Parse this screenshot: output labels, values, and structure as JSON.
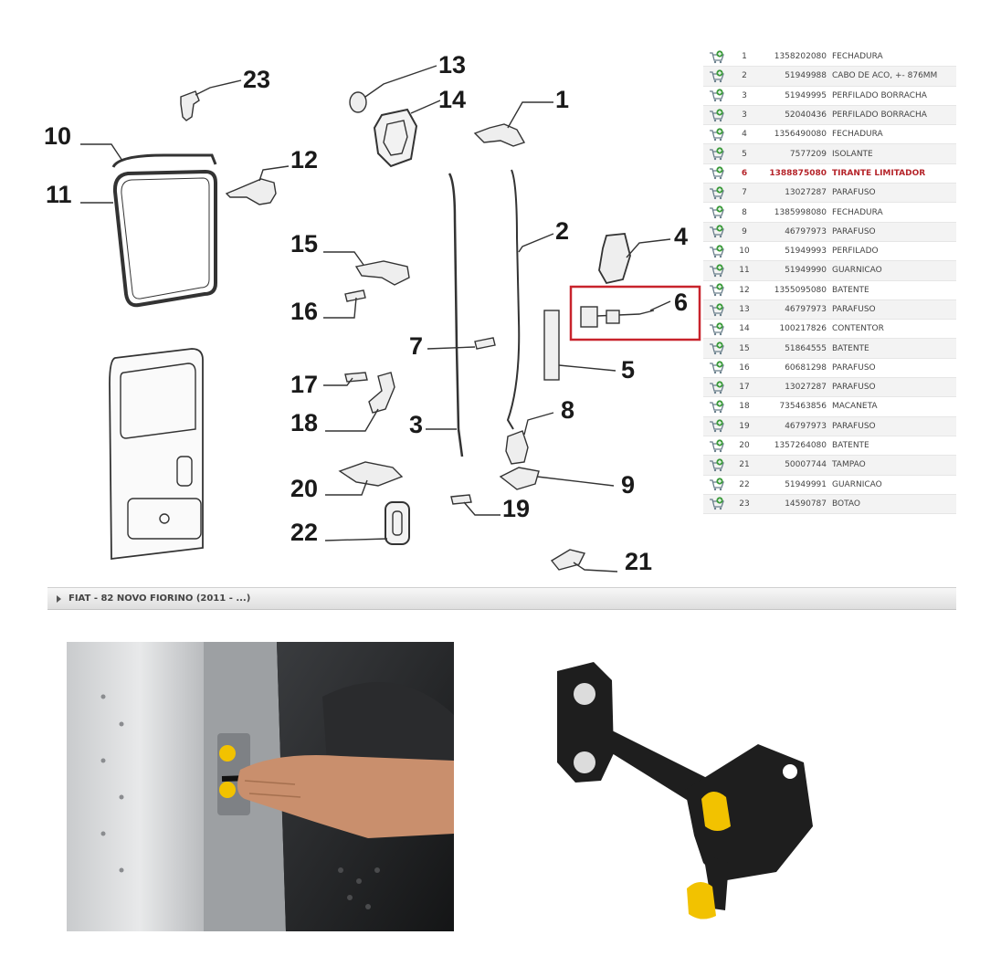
{
  "diagram": {
    "callouts": {
      "c1": "1",
      "c2": "2",
      "c3": "3",
      "c4": "4",
      "c5": "5",
      "c6": "6",
      "c7": "7",
      "c8": "8",
      "c9": "9",
      "c10": "10",
      "c11": "11",
      "c12": "12",
      "c13": "13",
      "c14": "14",
      "c15": "15",
      "c16": "16",
      "c17": "17",
      "c18": "18",
      "c19": "19",
      "c20": "20",
      "c21": "21",
      "c22": "22",
      "c23": "23"
    },
    "highlight_color": "#c8232c"
  },
  "parts": [
    {
      "pos": "1",
      "code": "1358202080",
      "desc": "FECHADURA"
    },
    {
      "pos": "2",
      "code": "51949988",
      "desc": "CABO DE ACO, +- 876MM"
    },
    {
      "pos": "3",
      "code": "51949995",
      "desc": "PERFILADO BORRACHA"
    },
    {
      "pos": "3",
      "code": "52040436",
      "desc": "PERFILADO BORRACHA"
    },
    {
      "pos": "4",
      "code": "1356490080",
      "desc": "FECHADURA"
    },
    {
      "pos": "5",
      "code": "7577209",
      "desc": "ISOLANTE"
    },
    {
      "pos": "6",
      "code": "1388875080",
      "desc": "TIRANTE LIMITADOR",
      "highlight": true
    },
    {
      "pos": "7",
      "code": "13027287",
      "desc": "PARAFUSO"
    },
    {
      "pos": "8",
      "code": "1385998080",
      "desc": "FECHADURA"
    },
    {
      "pos": "9",
      "code": "46797973",
      "desc": "PARAFUSO"
    },
    {
      "pos": "10",
      "code": "51949993",
      "desc": "PERFILADO"
    },
    {
      "pos": "11",
      "code": "51949990",
      "desc": "GUARNICAO"
    },
    {
      "pos": "12",
      "code": "1355095080",
      "desc": "BATENTE"
    },
    {
      "pos": "13",
      "code": "46797973",
      "desc": "PARAFUSO"
    },
    {
      "pos": "14",
      "code": "100217826",
      "desc": "CONTENTOR"
    },
    {
      "pos": "15",
      "code": "51864555",
      "desc": "BATENTE"
    },
    {
      "pos": "16",
      "code": "60681298",
      "desc": "PARAFUSO"
    },
    {
      "pos": "17",
      "code": "13027287",
      "desc": "PARAFUSO"
    },
    {
      "pos": "18",
      "code": "735463856",
      "desc": "MACANETA"
    },
    {
      "pos": "19",
      "code": "46797973",
      "desc": "PARAFUSO"
    },
    {
      "pos": "20",
      "code": "1357264080",
      "desc": "BATENTE"
    },
    {
      "pos": "21",
      "code": "50007744",
      "desc": "TAMPAO"
    },
    {
      "pos": "22",
      "code": "51949991",
      "desc": "GUARNICAO"
    },
    {
      "pos": "23",
      "code": "14590787",
      "desc": "BOTAO"
    }
  ],
  "model_bar": {
    "label": "FIAT - 82 NOVO FIORINO (2011 - ...)"
  },
  "colors": {
    "highlight_text": "#b5242a",
    "limiter_yellow": "#f2c200",
    "part_black": "#1e1e1e"
  }
}
